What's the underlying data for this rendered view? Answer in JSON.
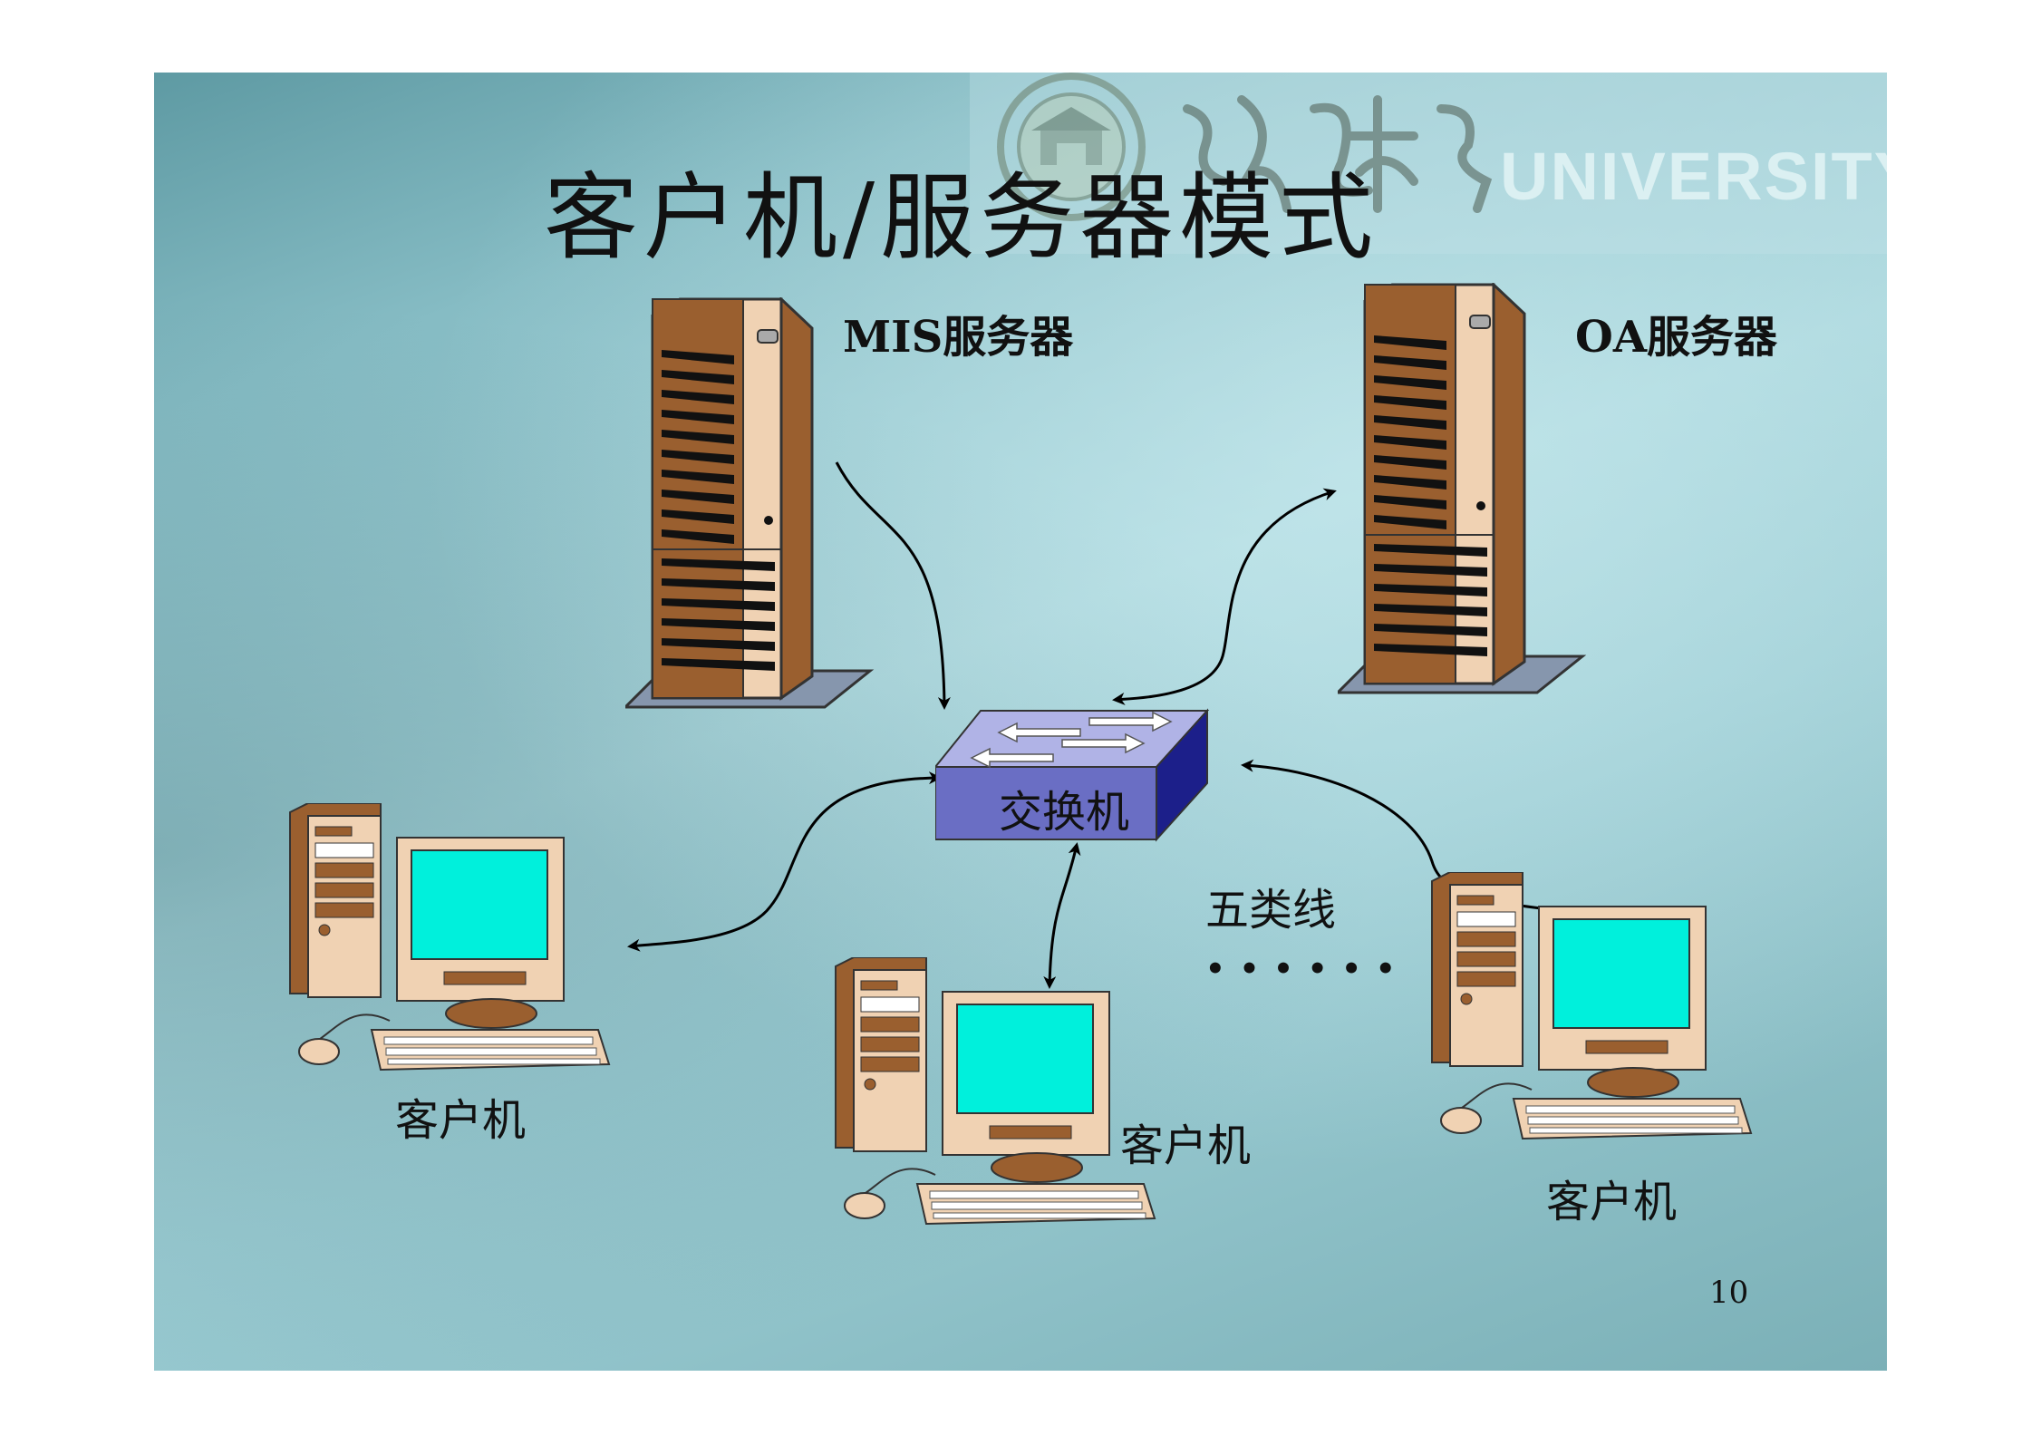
{
  "slide": {
    "title": "客户机/服务器模式",
    "page_number": "10"
  },
  "watermark": {
    "text": "UNIVERSITY",
    "calligraphy": "湖南大學"
  },
  "nodes": {
    "mis_server_label": "MIS服务器",
    "oa_server_label": "OA服务器",
    "switch_label": "交换机",
    "client_left_label": "客户机",
    "client_middle_label": "客户机",
    "client_right_label": "客户机",
    "cable_label": "五类线",
    "ellipsis": "• • • • • •"
  },
  "colors": {
    "tower_brown": "#9a5f2f",
    "tower_beige": "#f0d2b3",
    "switch_top": "#b0b3e6",
    "switch_front": "#6a6ec4",
    "switch_side": "#1c1f8a",
    "screen": "#00f0dc"
  }
}
